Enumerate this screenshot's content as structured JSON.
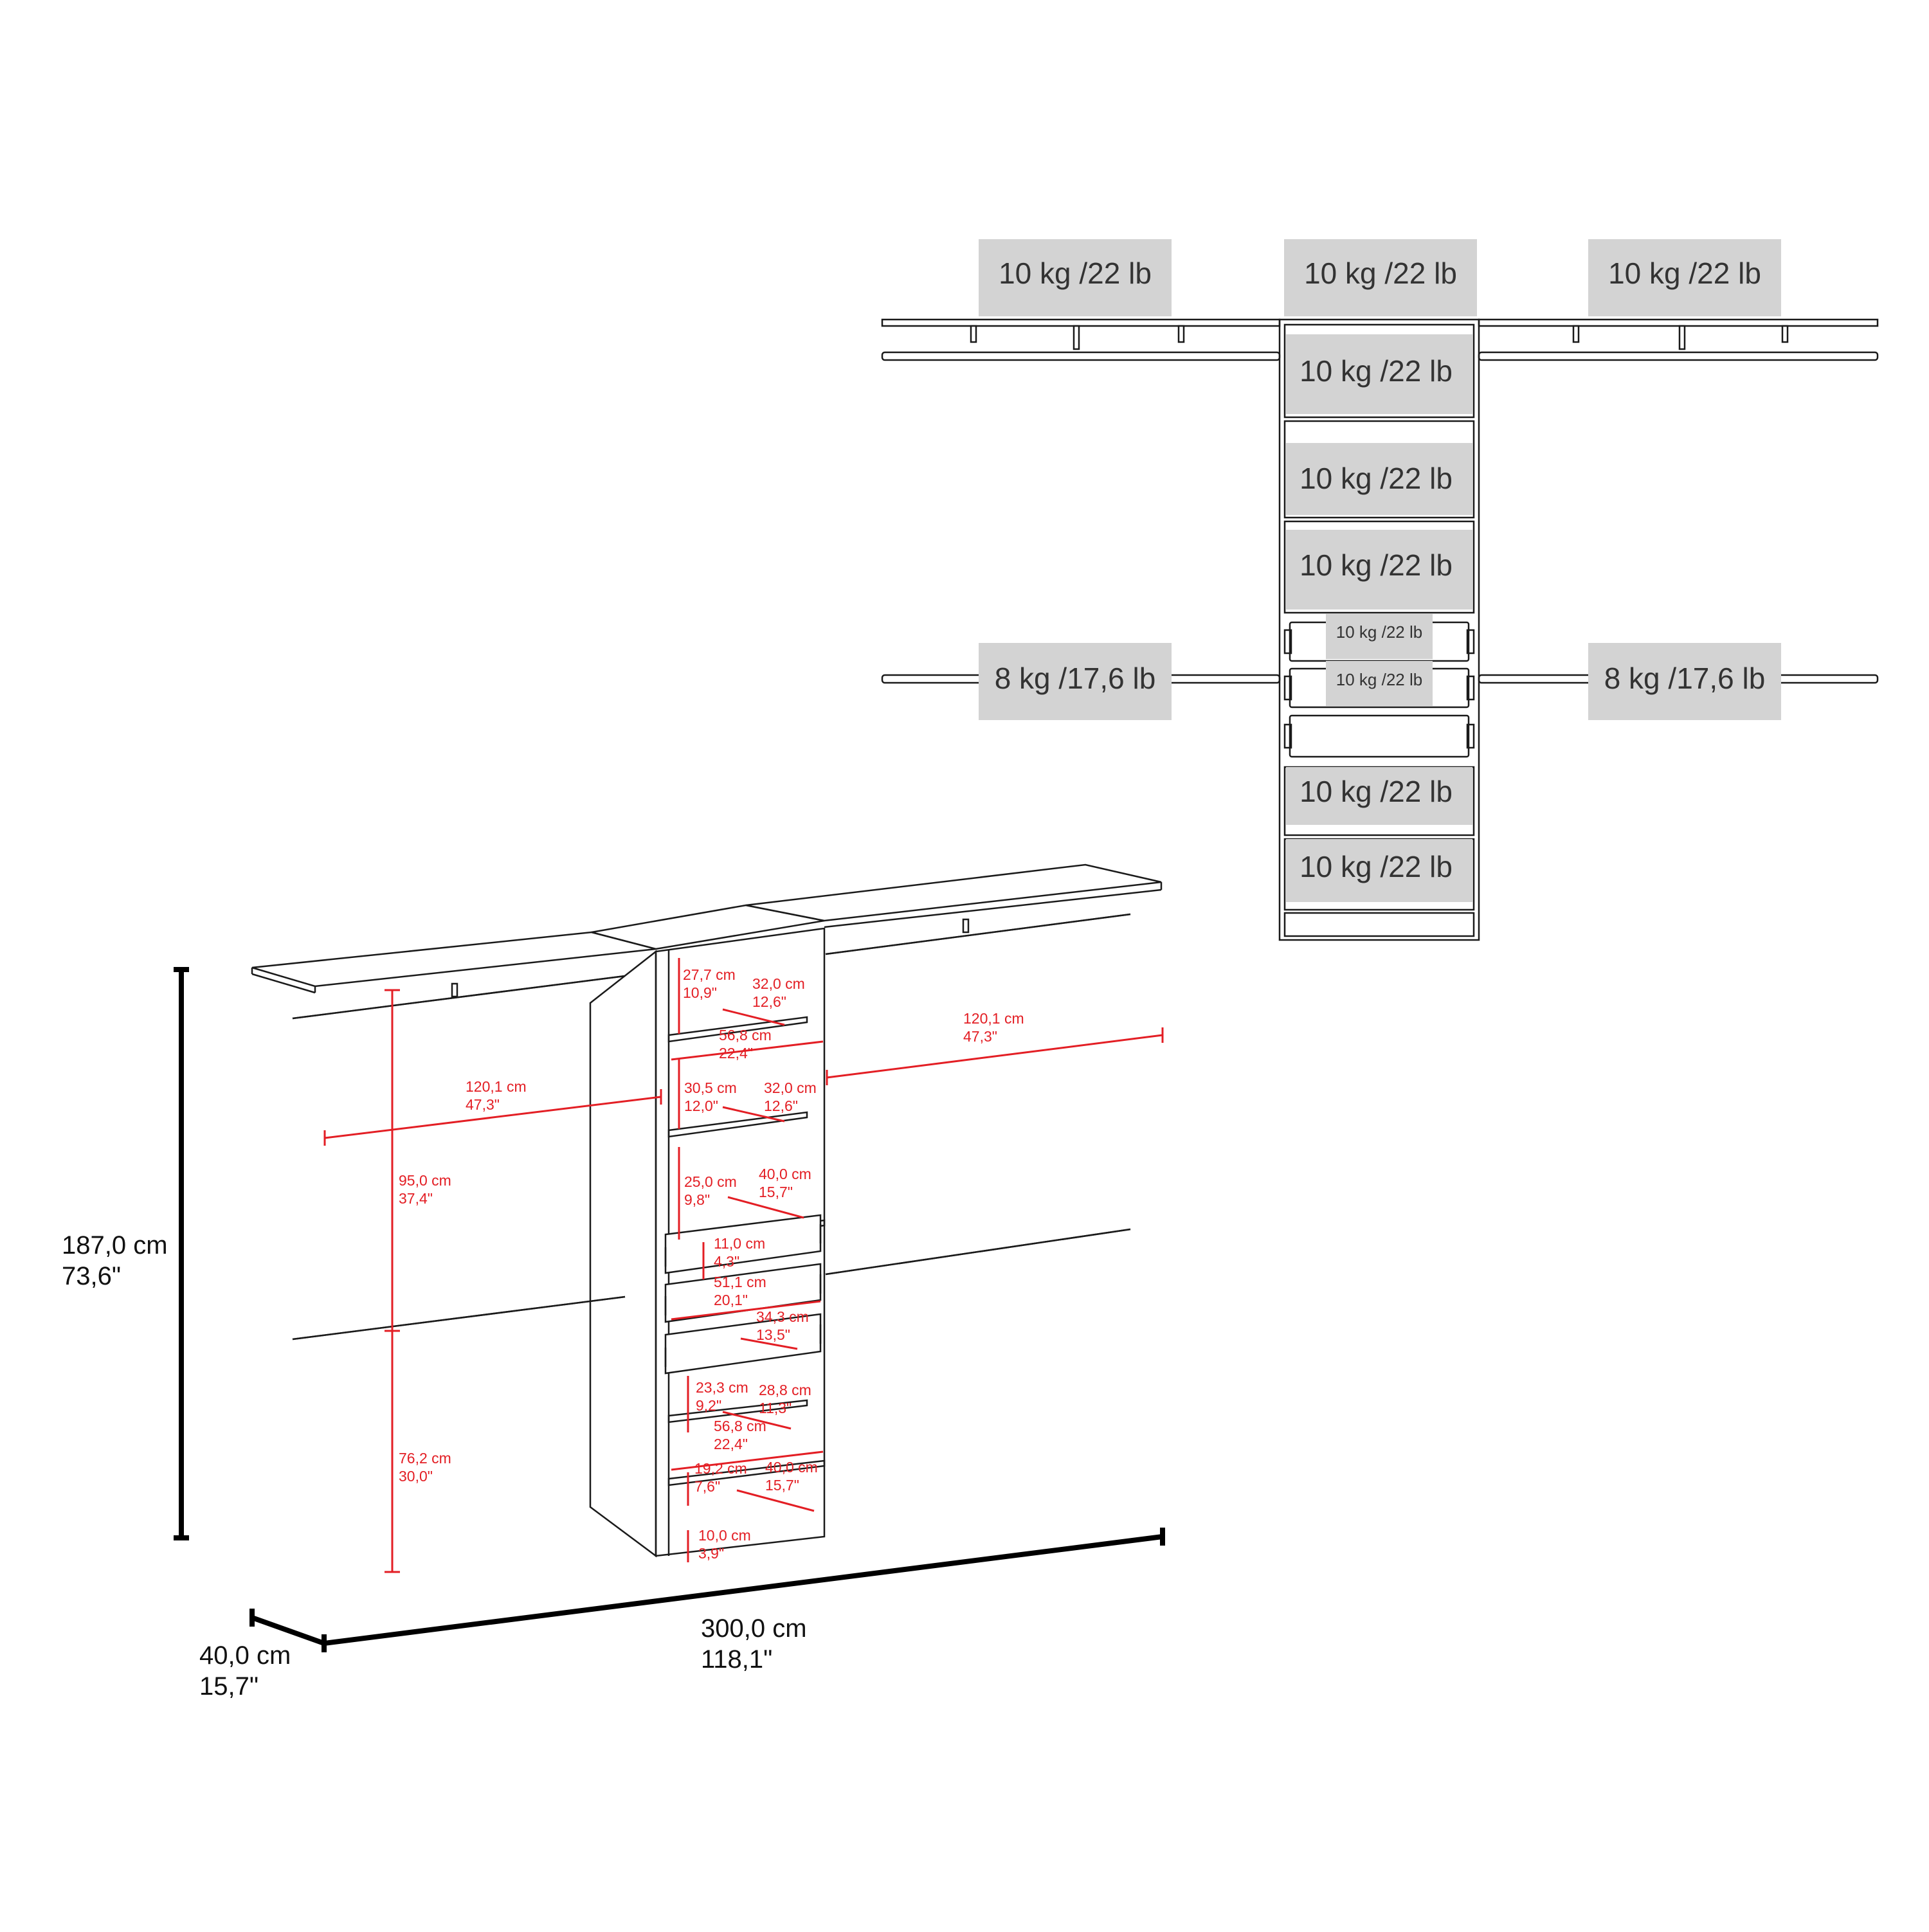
{
  "weight_labels": {
    "top_left_shelf": "10 kg /22 lb",
    "top_center": "10 kg /22 lb",
    "top_right_shelf": "10 kg /22 lb",
    "tower_shelf_1": "10 kg /22 lb",
    "tower_shelf_2": "10 kg /22 lb",
    "tower_shelf_3": "10 kg /22 lb",
    "drawer_1": "10 kg /22 lb",
    "drawer_2": "10 kg /22 lb",
    "tower_shelf_4": "10 kg /22 lb",
    "tower_shelf_5": "10 kg /22 lb",
    "left_rod": "8 kg /17,6 lb",
    "right_rod": "8 kg /17,6 lb"
  },
  "overall_dimensions": {
    "height_cm": "187,0 cm",
    "height_in": "73,6\"",
    "width_cm": "300,0 cm",
    "width_in": "118,1\"",
    "depth_cm": "40,0 cm",
    "depth_in": "15,7\""
  },
  "wing_dimensions": {
    "left_width_cm": "120,1 cm",
    "left_width_in": "47,3\"",
    "right_width_cm": "120,1 cm",
    "right_width_in": "47,3\"",
    "upper_rod_gap_cm": "95,0 cm",
    "upper_rod_gap_in": "37,4\"",
    "lower_rod_gap_cm": "76,2 cm",
    "lower_rod_gap_in": "30,0\""
  },
  "tower_dimensions": {
    "top_space_cm": "27,7 cm",
    "top_space_in": "10,9\"",
    "shelf1_depth_cm": "32,0 cm",
    "shelf1_depth_in": "12,6\"",
    "inner_width_1_cm": "56,8 cm",
    "inner_width_1_in": "22,4\"",
    "space2_cm": "30,5 cm",
    "space2_in": "12,0\"",
    "shelf2_depth_cm": "32,0 cm",
    "shelf2_depth_in": "12,6\"",
    "space3_cm": "25,0 cm",
    "space3_in": "9,8\"",
    "shelf3_depth_cm": "40,0 cm",
    "shelf3_depth_in": "15,7\"",
    "drawer_height_cm": "11,0 cm",
    "drawer_height_in": "4,3\"",
    "drawer_width_cm": "51,1 cm",
    "drawer_width_in": "20,1\"",
    "drawer_depth_cm": "34,3 cm",
    "drawer_depth_in": "13,5\"",
    "space4_cm": "23,3 cm",
    "space4_in": "9,2\"",
    "shelf4_depth_cm": "28,8 cm",
    "shelf4_depth_in": "11,3\"",
    "inner_width_2_cm": "56,8 cm",
    "inner_width_2_in": "22,4\"",
    "space5_cm": "19,2 cm",
    "space5_in": "7,6\"",
    "shelf5_depth_cm": "40,0 cm",
    "shelf5_depth_in": "15,7\"",
    "base_cm": "10,0 cm",
    "base_in": "3,9\""
  },
  "colors": {
    "dimension_red": "#e31e24",
    "label_gray": "#d3d3d3",
    "line_black": "#1a1a1a"
  }
}
